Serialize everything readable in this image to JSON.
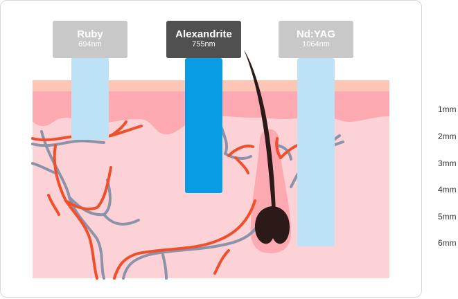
{
  "lasers": [
    {
      "name": "Ruby",
      "wavelength": "694nm",
      "label_color": "#c8c8c8",
      "beam_color": "#bde2f6",
      "depth_mm": 2
    },
    {
      "name": "Alexandrite",
      "wavelength": "755nm",
      "label_color": "#505050",
      "beam_color": "#089de2",
      "depth_mm": 4
    },
    {
      "name": "Nd:YAG",
      "wavelength": "1064nm",
      "label_color": "#c8c8c8",
      "beam_color": "#bde2f6",
      "depth_mm": 6
    }
  ],
  "depth_scale": {
    "labels": [
      "1mm",
      "2mm",
      "3mm",
      "4mm",
      "5mm",
      "6mm"
    ]
  },
  "colors": {
    "epidermis": "#fcc6b6",
    "upper_dermis": "#fca9b2",
    "dermis": "#fcd2d6",
    "artery": "#ef4f2b",
    "vein": "#8b93ab",
    "hair": "#2b1a17"
  }
}
